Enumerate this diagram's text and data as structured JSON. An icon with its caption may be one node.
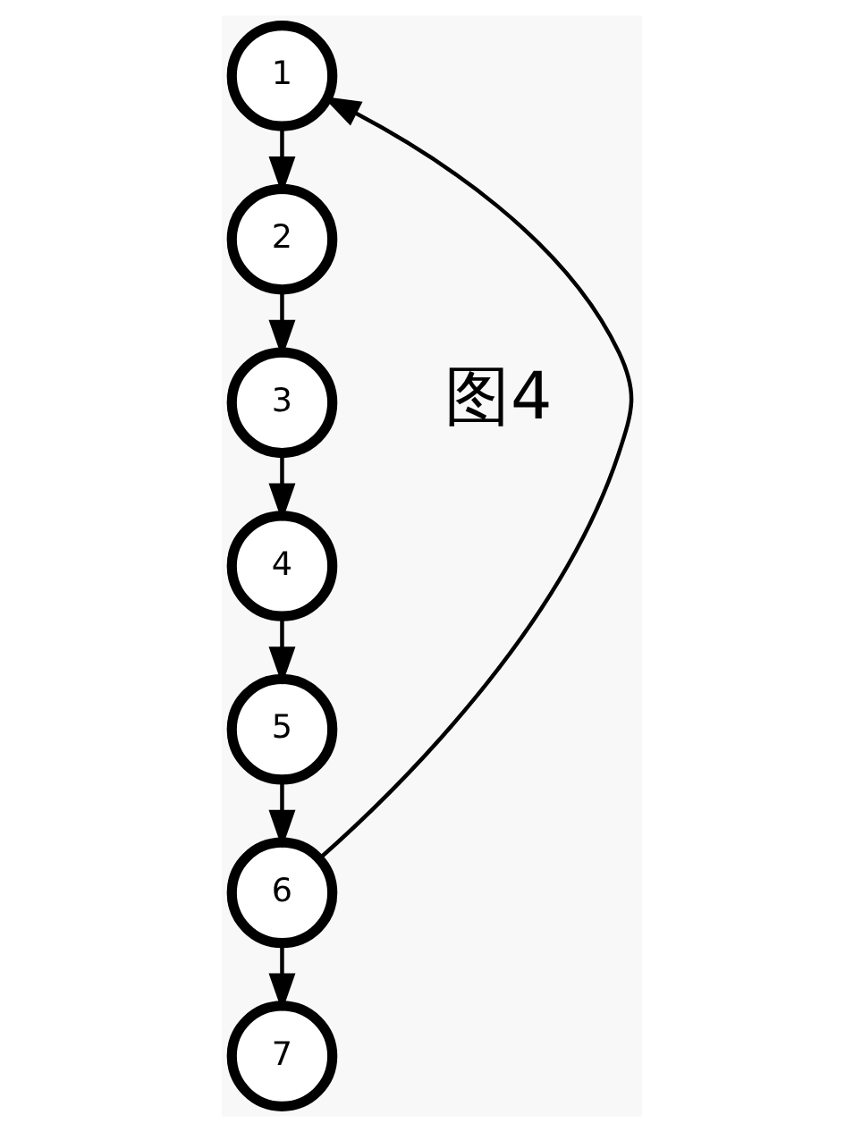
{
  "diagram": {
    "nodes": [
      {
        "text": [
          "1"
        ]
      },
      {
        "text": [
          "2"
        ]
      },
      {
        "text": [
          "3"
        ]
      },
      {
        "text": [
          "4"
        ]
      },
      {
        "text": [
          "5"
        ]
      },
      {
        "text": [
          "6"
        ]
      },
      {
        "text": [
          "7"
        ]
      }
    ],
    "edges": [
      {
        "from": 0,
        "to": 1,
        "arrow": "to"
      },
      {
        "from": 1,
        "to": 2,
        "arrow": "to"
      },
      {
        "from": 2,
        "to": 3,
        "arrow": "to"
      },
      {
        "from": 3,
        "to": 4,
        "arrow": "to"
      },
      {
        "from": 4,
        "to": 5,
        "arrow": "to"
      },
      {
        "from": 5,
        "to": 0,
        "arrow": "to"
      },
      {
        "from": 5,
        "to": 6,
        "arrow": "to"
      }
    ],
    "labels": [
      "图4"
    ]
  }
}
